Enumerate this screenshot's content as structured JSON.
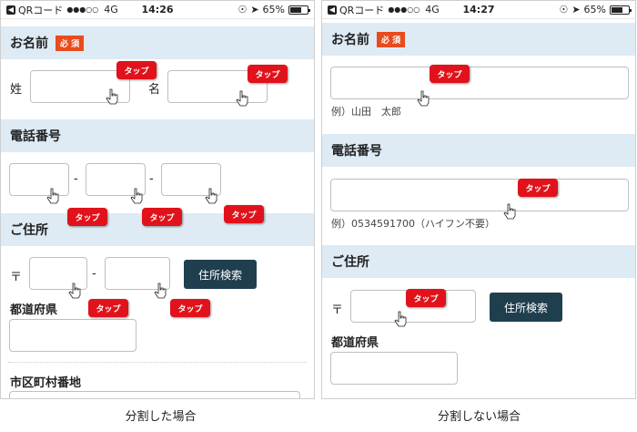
{
  "left": {
    "status": {
      "carrier": "QRコード",
      "signal": "●●●○○",
      "network": "4G",
      "time": "14:26",
      "battery": "65%",
      "battery_level": 0.65
    },
    "name_section": {
      "title": "お名前",
      "required": "必 須",
      "last_label": "姓",
      "first_label": "名"
    },
    "phone_section": {
      "title": "電話番号",
      "dash1": "-",
      "dash2": "-"
    },
    "address_section": {
      "title": "ご住所",
      "postal_mark": "〒",
      "dash": "-",
      "search_button": "住所検索",
      "prefecture": "都道府県",
      "city": "市区町村番地"
    },
    "tap_label": "タップ",
    "caption": "分割した場合"
  },
  "right": {
    "status": {
      "carrier": "QRコード",
      "signal": "●●●○○",
      "network": "4G",
      "time": "14:27",
      "battery": "65%",
      "battery_level": 0.65
    },
    "name_section": {
      "title": "お名前",
      "required": "必 須",
      "hint": "例）山田　太郎"
    },
    "phone_section": {
      "title": "電話番号",
      "hint": "例）0534591700（ハイフン不要）"
    },
    "address_section": {
      "title": "ご住所",
      "postal_mark": "〒",
      "search_button": "住所検索",
      "prefecture": "都道府県"
    },
    "tap_label": "タップ",
    "caption": "分割しない場合"
  },
  "colors": {
    "section_bg": "#deeaf4",
    "badge": "#e84c1d",
    "tap_bubble": "#e1121b",
    "button": "#1f3f4f"
  }
}
